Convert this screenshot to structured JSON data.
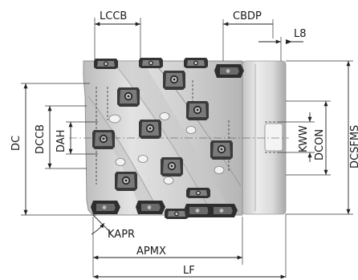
{
  "diagram": {
    "labels": {
      "lccb": "LCCB",
      "cbdp": "CBDP",
      "l8": "L8",
      "dc": "DC",
      "dccb": "DCCB",
      "dah": "DAH",
      "kww": "KWW",
      "dcon": "DCON",
      "dcsfms": "DCSFMS",
      "kapr": "KAPR",
      "apmx": "APMX",
      "lf": "LF"
    },
    "colors": {
      "tool_body_light": "#d9d9d9",
      "tool_body_mid": "#b3b3b3",
      "tool_body_dark": "#8c8c8c",
      "insert_dark": "#2b2b2b",
      "insert_face": "#6e6e6e",
      "dimension_line": "#222222"
    }
  }
}
